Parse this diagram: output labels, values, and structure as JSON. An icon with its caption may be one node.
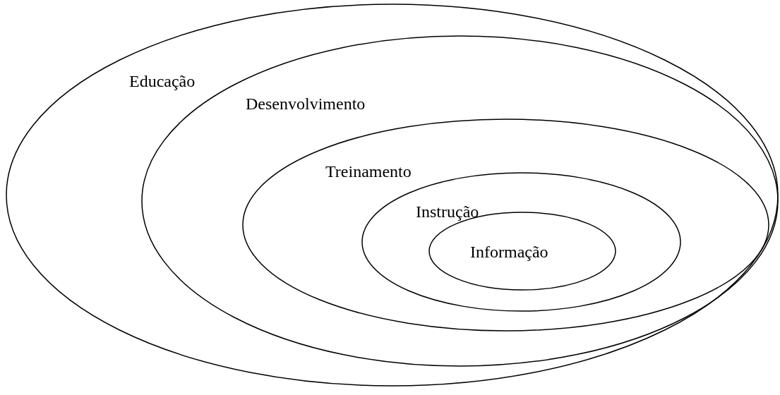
{
  "diagram": {
    "nodes": [
      {
        "text": [
          "Educação"
        ]
      },
      {
        "text": [
          "Desenvolvimento"
        ],
        "in": 0
      },
      {
        "text": [
          "Treinamento"
        ],
        "in": 1
      },
      {
        "text": [
          "Instrução"
        ],
        "in": 2
      },
      {
        "text": [
          "Informação"
        ],
        "in": 3
      }
    ]
  }
}
